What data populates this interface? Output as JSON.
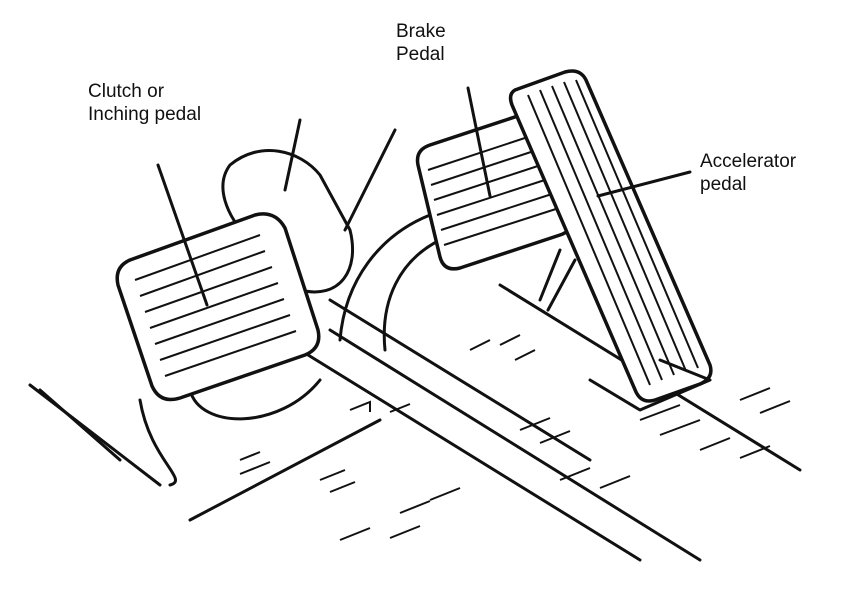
{
  "labels": {
    "clutch": {
      "line1": "Clutch or",
      "line2": "Inching pedal"
    },
    "brake": {
      "line1": "Brake",
      "line2": "Pedal"
    },
    "accelerator": {
      "line1": "Accelerator",
      "line2": "pedal"
    }
  }
}
